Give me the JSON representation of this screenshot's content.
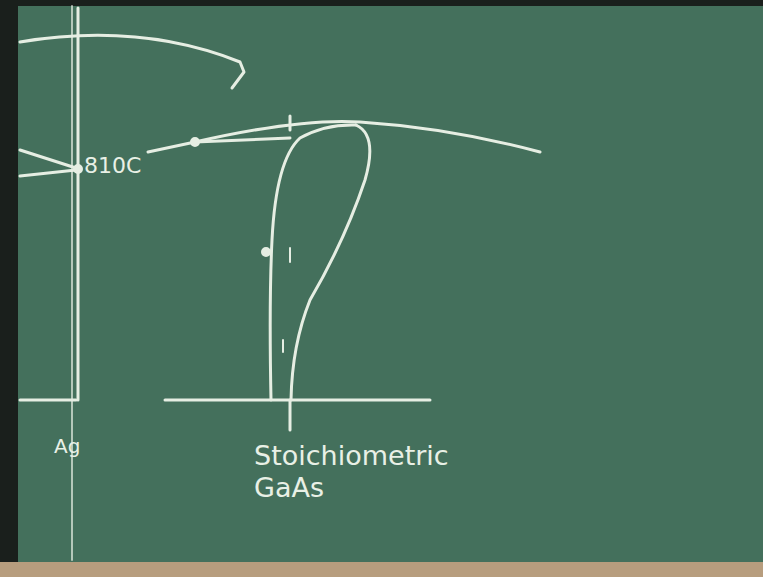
{
  "diagram": {
    "labels": [
      "810C",
      "Ag",
      "Stoichiometric GaAs"
    ]
  }
}
